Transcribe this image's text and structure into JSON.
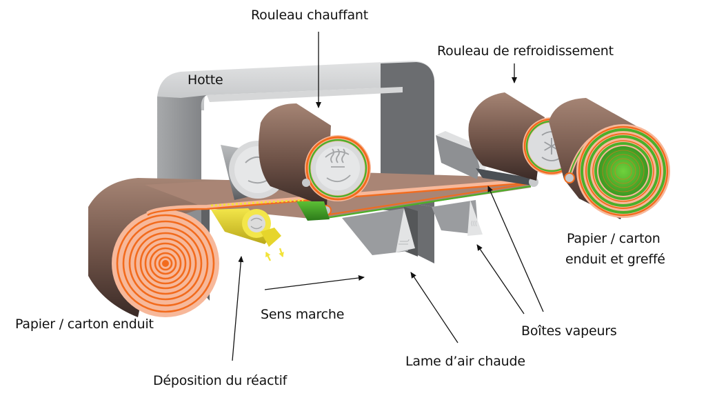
{
  "diagram": {
    "title": "Procédé d'enduction et de greffage papier / carton",
    "labels": {
      "heating_roll": "Rouleau chauffant",
      "cooling_roll": "Rouleau de refroidissement",
      "hood": "Hotte",
      "input_roll": "Papier / carton enduit",
      "output_roll_line1": "Papier / carton",
      "output_roll_line2": "enduit et greffé",
      "direction": "Sens marche",
      "reagent": "Déposition du réactif",
      "hot_air_knife": "Lame d’air chaude",
      "steam_boxes": "Boîtes vapeurs"
    },
    "icons": {
      "heating_roll": "heat-waves-icon",
      "cooling_roll": "snowflake-icon",
      "idler_roll": "rotate-arrows-icon",
      "air_knife": "wind-icon",
      "steam_box": "steam-icon"
    },
    "colors": {
      "paper_brown": "#8a6a5c",
      "paper_brown_dark": "#4a3530",
      "coating_orange": "#f26b1d",
      "coating_light": "#f7b89a",
      "graft_green": "#4caf2a",
      "reagent_yellow": "#f2e33a",
      "hood_grey": "#c9cacc",
      "panel_grey": "#6b6d70",
      "roll_face": "#e4e5e6"
    }
  }
}
